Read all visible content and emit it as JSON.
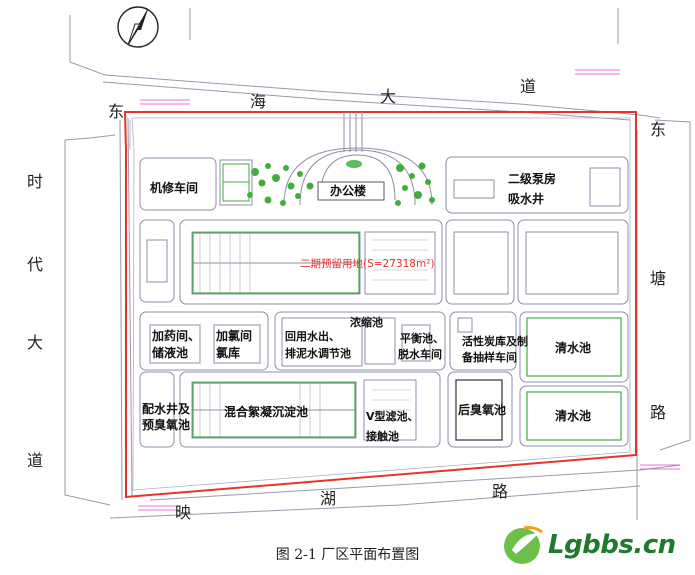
{
  "roads": {
    "north": [
      "东",
      "海",
      "大",
      "道"
    ],
    "west": [
      "时",
      "代",
      "大",
      "道"
    ],
    "east": [
      "东",
      "塘",
      "路"
    ],
    "south": [
      "映",
      "湖",
      "路"
    ]
  },
  "buildings": {
    "repair": "机修车间",
    "office": "办公楼",
    "pump2": "二级泵房",
    "suction": "吸水井",
    "reserve": "二期预留用地(S=27318m²)",
    "dosing_a": "加药间、",
    "dosing_b": "储液池",
    "chlorine_a": "加氯间",
    "chlorine_b": "氯库",
    "recycle_a": "回用水出、",
    "recycle_b": "排泥水调节池",
    "thicken": "浓缩池",
    "balance_a": "平衡池、",
    "balance_b": "脱水车间",
    "carbon_a": "活性炭库及制",
    "carbon_b": "备抽样车间",
    "clear1": "清水池",
    "distrib_a": "配水井及",
    "distrib_b": "预臭氧池",
    "mixing": "混合絮凝沉淀池",
    "vfilter_a": "V型滤池、",
    "vfilter_b": "接触池",
    "ozone": "后臭氧池",
    "clear2": "清水池"
  },
  "caption": "图 2-1    厂区平面布置图",
  "watermark": "Lgbbs.cn",
  "colors": {
    "boundary": "#e8332b",
    "road_line": "#8e8ea8",
    "marker": "#e040c8",
    "tree": "#3fae3f",
    "watermark": "#1f7a2e"
  }
}
